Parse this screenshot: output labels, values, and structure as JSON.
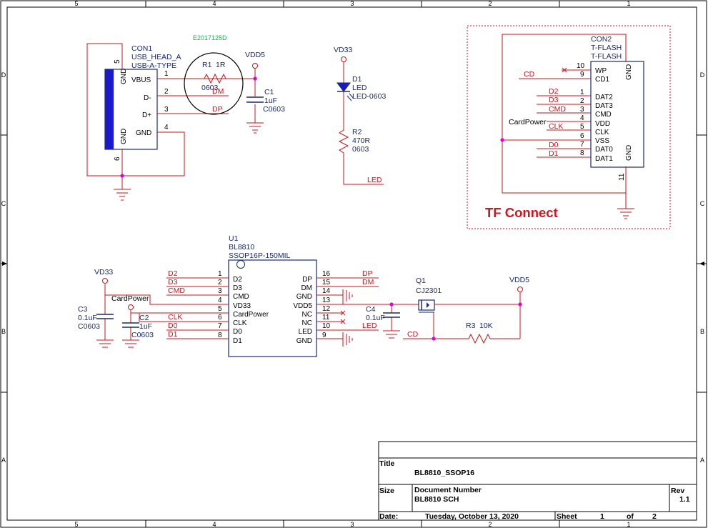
{
  "frame": {
    "col_labels": [
      "5",
      "4",
      "3",
      "2",
      "1"
    ],
    "row_labels": [
      "D",
      "C",
      "B",
      "A"
    ]
  },
  "con1": {
    "ref": "CON1",
    "value": "USB_HEAD_A",
    "footprint": "USB-A-TYPE",
    "pins_left": [
      "GND",
      "GND"
    ],
    "pin_nums": [
      "5",
      "6",
      "1",
      "2",
      "3",
      "4"
    ],
    "pins_right": [
      "VBUS",
      "D-",
      "D+",
      "GND"
    ]
  },
  "r1": {
    "ref": "R1",
    "value": "1R",
    "footprint": "0603",
    "annotation": "E2017125D"
  },
  "c1": {
    "ref": "C1",
    "value": "1uF",
    "footprint": "C0603"
  },
  "d1": {
    "ref": "D1",
    "value": "LED",
    "footprint": "LED-0603"
  },
  "r2": {
    "ref": "R2",
    "value": "470R",
    "footprint": "0603"
  },
  "con2": {
    "ref": "CON2",
    "value": "T-FLASH",
    "footprint": "T-FLASH",
    "pin_nums": [
      "10",
      "9",
      "1",
      "2",
      "3",
      "4",
      "5",
      "6",
      "7",
      "8",
      "11"
    ],
    "pins": [
      "WP",
      "CD1",
      "DAT2",
      "DAT3",
      "CMD",
      "VDD",
      "CLK",
      "VSS",
      "DAT0",
      "DAT1"
    ],
    "gnd_labels": [
      "GND",
      "GND"
    ],
    "title": "TF Connect"
  },
  "u1": {
    "ref": "U1",
    "value": "BL8810",
    "footprint": "SSOP16P-150MIL",
    "left_nums": [
      "1",
      "2",
      "3",
      "4",
      "5",
      "6",
      "7",
      "8"
    ],
    "left_pins": [
      "D2",
      "D3",
      "CMD",
      "VD33",
      "CardPower",
      "CLK",
      "D0",
      "D1"
    ],
    "right_nums": [
      "16",
      "15",
      "14",
      "13",
      "12",
      "11",
      "10",
      "9"
    ],
    "right_pins": [
      "DP",
      "DM",
      "GND",
      "VDD5",
      "NC",
      "NC",
      "LED",
      "GND"
    ]
  },
  "c3": {
    "ref": "C3",
    "value": "0.1uF",
    "footprint": "C0603"
  },
  "c2": {
    "ref": "C2",
    "value": "1uF",
    "footprint": "C0603"
  },
  "c4": {
    "ref": "C4",
    "value": "0.1uF"
  },
  "q1": {
    "ref": "Q1",
    "value": "CJ2301"
  },
  "r3": {
    "ref": "R3",
    "value": "10K"
  },
  "nets": {
    "vdd5": "VDD5",
    "vd33": "VD33",
    "dm": "DM",
    "dp": "DP",
    "led": "LED",
    "cd": "CD",
    "d2": "D2",
    "d3": "D3",
    "cmd": "CMD",
    "clk": "CLK",
    "d0": "D0",
    "d1": "D1",
    "cardpower": "CardPower"
  },
  "title_block": {
    "title_label": "Title",
    "title": "BL8810_SSOP16",
    "size_label": "Size",
    "docnum_label": "Document Number",
    "docnum": "BL8810 SCH",
    "rev_label": "Rev",
    "rev": "1.1",
    "date_label": "Date:",
    "date": "Tuesday, October 13, 2020",
    "sheet_label": "Sheet",
    "sheet": "1",
    "of_label": "of",
    "sheet_total": "2"
  }
}
